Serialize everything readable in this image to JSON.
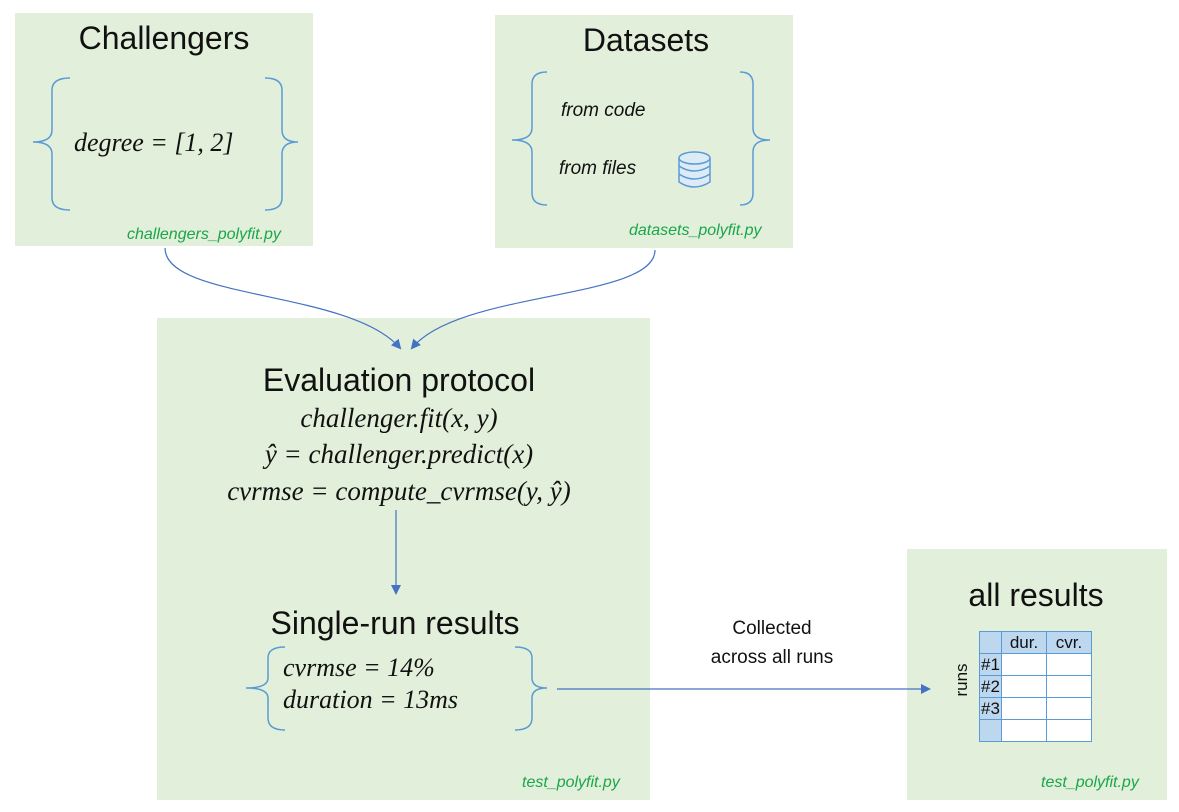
{
  "challengers": {
    "title": "Challengers",
    "formula": "degree = [1, 2]",
    "file": "challengers_polyfit.py"
  },
  "datasets": {
    "title": "Datasets",
    "item1": "from code",
    "item2": "from files",
    "icon": "database-icon",
    "file": "datasets_polyfit.py"
  },
  "evaluation": {
    "title": "Evaluation protocol",
    "line1": "challenger.fit(x, y)",
    "line2": "ŷ = challenger.predict(x)",
    "line3": "cvrmse = compute_cvrmse(y, ŷ)",
    "results_title": "Single-run results",
    "result1": "cvrmse = 14%",
    "result2": "duration = 13ms",
    "file": "test_polyfit.py"
  },
  "edge_label": {
    "line1": "Collected",
    "line2": "across all runs"
  },
  "all_results": {
    "title": "all results",
    "col1": "dur.",
    "col2": "cvr.",
    "rows": [
      "#1",
      "#2",
      "#3"
    ],
    "axis_label": "runs",
    "file": "test_polyfit.py"
  },
  "colors": {
    "box_fill": "#e2efda",
    "file_text": "#1aa64a",
    "arrow": "#4472c4",
    "bracket": "#5b9bd5",
    "table_header": "#bdd7ee"
  }
}
